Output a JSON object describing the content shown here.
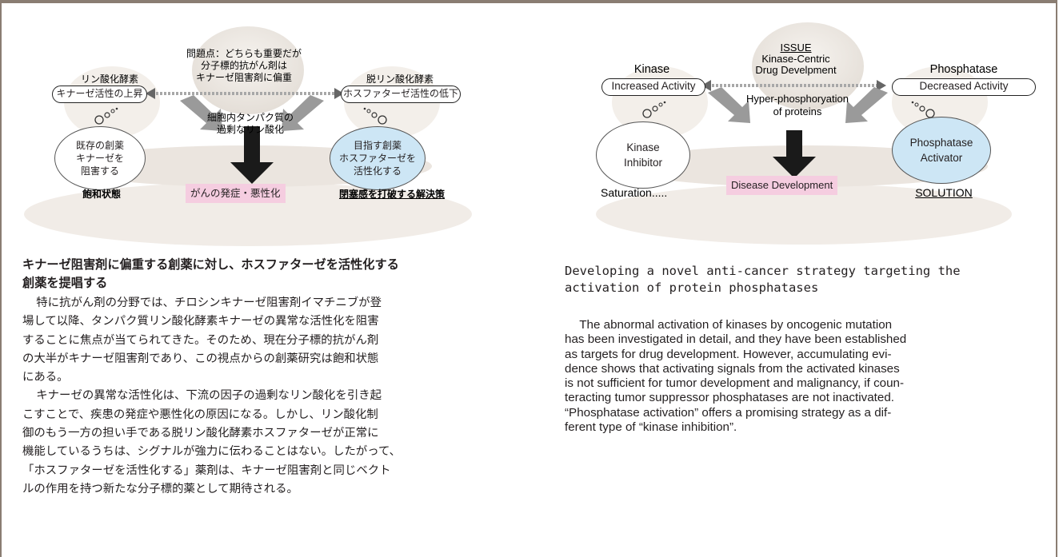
{
  "jp_diagram": {
    "issue_title": "問題点",
    "issue_rest": "：どちらも重要だが",
    "issue_line2": "分子標的抗がん剤は",
    "issue_line3": "キナーゼ阻害剤に偏重",
    "kinase_label": "リン酸化酵素",
    "kinase_pill": "キナーゼ活性の上昇",
    "phosphatase_label": "脱リン酸化酵素",
    "phosphatase_pill": "ホスファターゼ活性の低下",
    "center_line1": "細胞内タンパク質の",
    "center_line2": "過剰なリン酸化",
    "left_bubble_line1": "既存の創薬",
    "left_bubble_line2": "キナーゼを",
    "left_bubble_line3": "阻害する",
    "right_bubble_line1": "目指す創薬",
    "right_bubble_line2": "ホスファターゼを",
    "right_bubble_line3": "活性化する",
    "saturation": "飽和状態",
    "outcome": "がんの発症・悪性化",
    "solution": "閉塞感を打破する解決策"
  },
  "en_diagram": {
    "issue_title": "ISSUE",
    "issue_line2": "Kinase-Centric",
    "issue_line3": "Drug Develpment",
    "kinase_label": "Kinase",
    "kinase_pill": "Increased Activity",
    "phosphatase_label": "Phosphatase",
    "phosphatase_pill": "Decreased Activity",
    "center_line1": "Hyper-phosphoryation",
    "center_line2": "of proteins",
    "left_bubble_line1": "Kinase",
    "left_bubble_line2": "Inhibitor",
    "right_bubble_line1": "Phosphatase",
    "right_bubble_line2": "Activator",
    "saturation": "Saturation.....",
    "outcome": "Disease Development",
    "solution": "SOLUTION"
  },
  "jp_text": {
    "heading_line1": "キナーゼ阻害剤に偏重する創薬に対し、ホスファターゼを活性化する",
    "heading_line2": "創薬を提唱する",
    "p1_l1": "特に抗がん剤の分野では、チロシンキナーゼ阻害剤イマチニブが登",
    "p1_l2": "場して以降、タンパク質リン酸化酵素キナーゼの異常な活性化を阻害",
    "p1_l3": "することに焦点が当てられてきた。そのため、現在分子標的抗がん剤",
    "p1_l4": "の大半がキナーゼ阻害剤であり、この視点からの創薬研究は飽和状態",
    "p1_l5": "にある。",
    "p2_l1": "キナーゼの異常な活性化は、下流の因子の過剰なリン酸化を引き起",
    "p2_l2": "こすことで、疾患の発症や悪性化の原因になる。しかし、リン酸化制",
    "p2_l3": "御のもう一方の担い手である脱リン酸化酵素ホスファターゼが正常に",
    "p2_l4": "機能しているうちは、シグナルが強力に伝わることはない。したがって、",
    "p2_l5": "「ホスファターゼを活性化する」薬剤は、キナーゼ阻害剤と同じベクト",
    "p2_l6": "ルの作用を持つ新たな分子標的薬として期待される。"
  },
  "en_text": {
    "heading_line1": "Developing a novel anti-cancer strategy targeting the",
    "heading_line2": "activation of protein phosphatases",
    "l1": "The abnormal activation of kinases by oncogenic mutation",
    "l2": "has been investigated in detail, and they have been established",
    "l3": "as targets for drug development. However, accumulating evi-",
    "l4": "dence shows that activating signals from the activated kinases",
    "l5": "is not sufficient for tumor development and malignancy, if coun-",
    "l6": "teracting tumor suppressor phosphatases are not inactivated.",
    "l7": "“Phosphatase activation” offers a promising strategy as a dif-",
    "l8": "ferent type of “kinase inhibition”."
  }
}
